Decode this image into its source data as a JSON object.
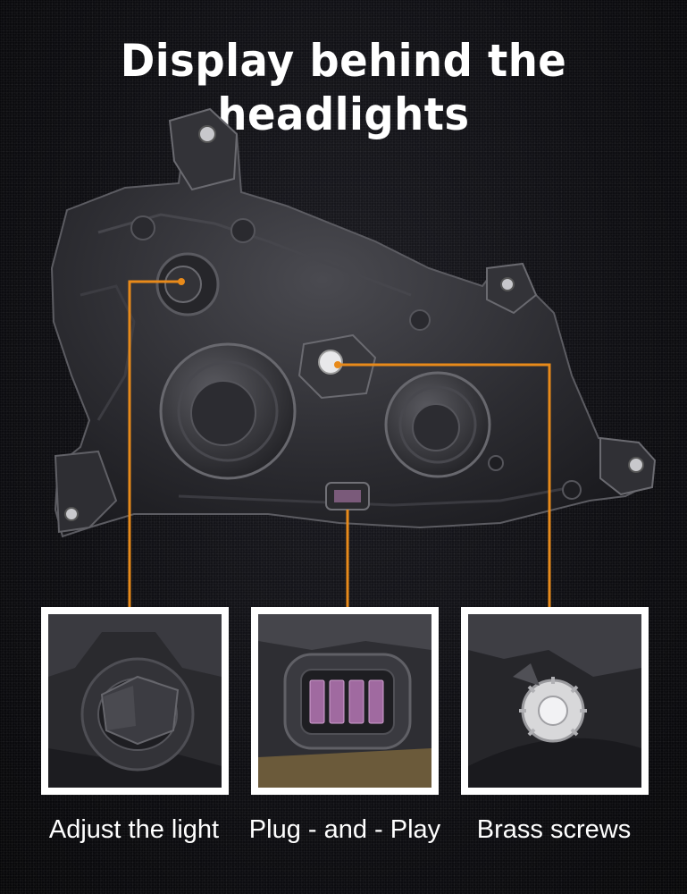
{
  "title": "Display behind the headlights",
  "callouts": [
    {
      "label": "Adjust the light",
      "subject": "adjuster knob"
    },
    {
      "label": "Plug - and - Play",
      "subject": "connector plug"
    },
    {
      "label": "Brass screws",
      "subject": "adjuster screw"
    }
  ],
  "colors": {
    "accent": "#e88a1a",
    "background": "#101014",
    "title": "#ffffff",
    "connector": "#a06aa0"
  }
}
